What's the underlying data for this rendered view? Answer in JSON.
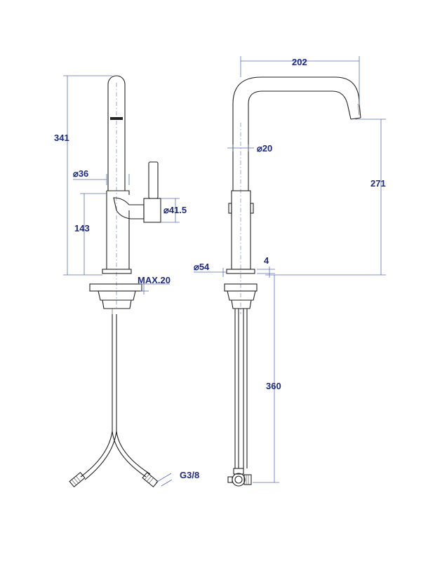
{
  "colors": {
    "dimension": "#1d2a86",
    "dimension_line": "#5a6fb8",
    "part_outline": "#222222",
    "background": "#ffffff"
  },
  "front_view": {
    "height_total": "341",
    "height_base": "143",
    "dia_spout": "⌀36",
    "dia_handle": "⌀41.5",
    "max_thickness": "MAX.20",
    "hose_thread": "G3/8"
  },
  "side_view": {
    "reach": "202",
    "spout_height": "271",
    "dia_pipe": "⌀20",
    "dia_base": "⌀54",
    "base_gap": "4",
    "hose_length": "360"
  }
}
